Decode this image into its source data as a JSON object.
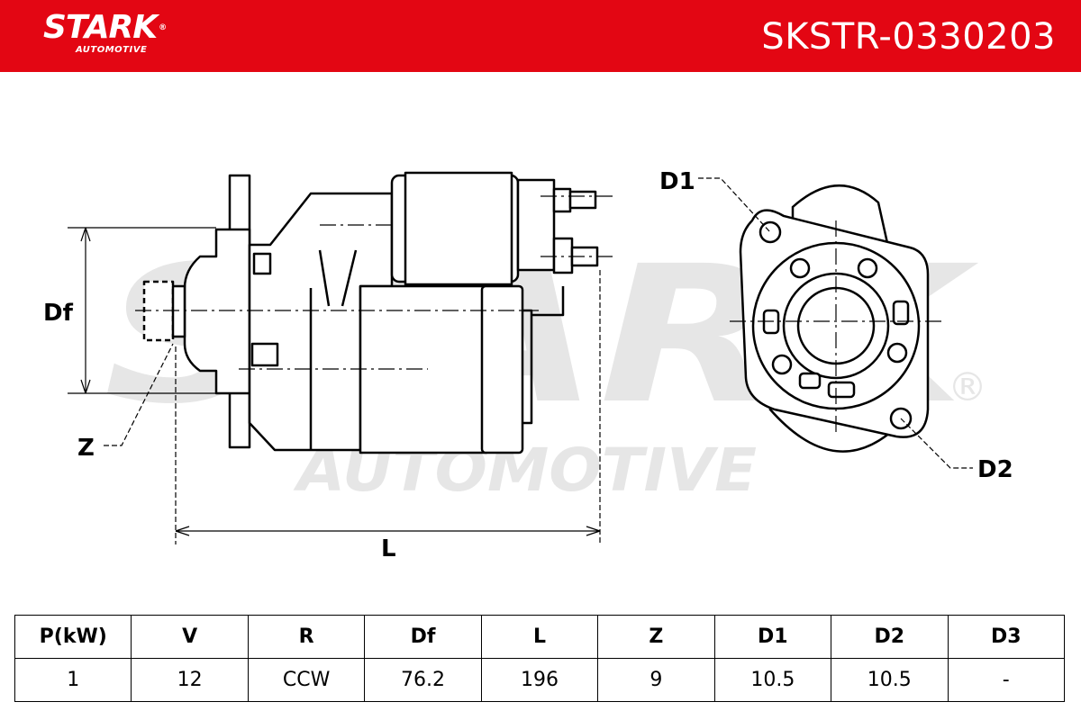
{
  "brand": {
    "name": "STARK",
    "registered": "®",
    "sub": "AUTOMOTIVE",
    "color": "#e30613"
  },
  "part_number": "SKSTR-0330203",
  "watermark": {
    "main": "STARK",
    "sub": "AUTOMOTIVE",
    "registered": "®"
  },
  "drawing_labels": {
    "df": "Df",
    "z": "Z",
    "l": "L",
    "d1": "D1",
    "d2": "D2"
  },
  "specs": {
    "headers": [
      "P(kW)",
      "V",
      "R",
      "Df",
      "L",
      "Z",
      "D1",
      "D2",
      "D3"
    ],
    "values": [
      "1",
      "12",
      "CCW",
      "76.2",
      "196",
      "9",
      "10.5",
      "10.5",
      "-"
    ]
  }
}
